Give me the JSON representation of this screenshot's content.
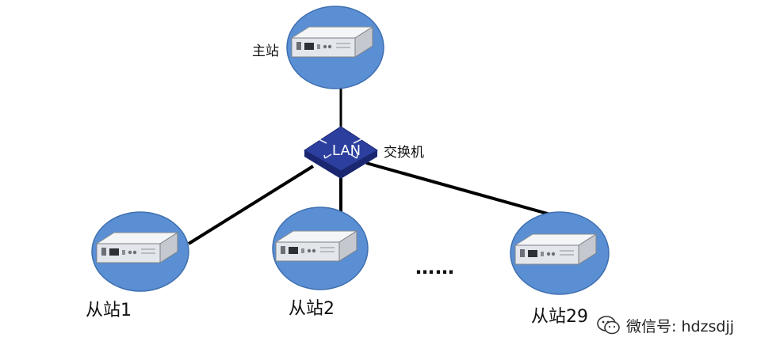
{
  "colors": {
    "node_fill": "#5b8fd3",
    "node_stroke": "#3f6fb0",
    "link": "#000000",
    "switch_top": "#2c3f9e",
    "switch_side": "#1a2770",
    "device_body": "#e9ecef"
  },
  "nodes": {
    "master": {
      "label": "主站",
      "icon": "server-icon"
    },
    "switch": {
      "label": "交换机",
      "badge": "LAN",
      "icon": "lan-switch-icon"
    },
    "slaves": [
      {
        "label": "从站1",
        "icon": "server-icon"
      },
      {
        "label": "从站2",
        "icon": "server-icon"
      },
      {
        "label": "从站29",
        "icon": "server-icon"
      }
    ],
    "ellipsis": "……"
  },
  "watermark": {
    "text": "微信号: hdzsdjj",
    "icon": "wechat-icon"
  }
}
